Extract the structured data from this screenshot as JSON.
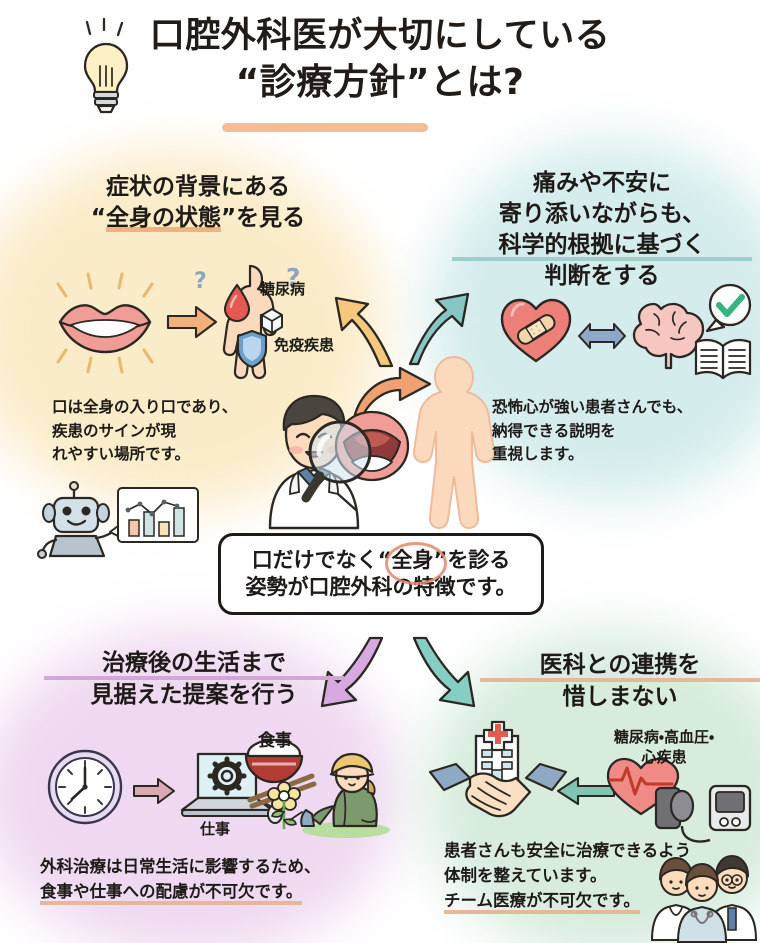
{
  "title": {
    "line1": "口腔外科医が大切にしている",
    "line2_q_open": "“",
    "line2_main": "診療方針",
    "line2_q_close": "”",
    "line2_tail": "とは?"
  },
  "quadrants": {
    "top_left": {
      "heading_line1": "症状の背景にある",
      "heading_line2_pre": "“",
      "heading_line2_main": "全身の状態",
      "heading_line2_post": "”を見る",
      "body_line1": "口は全身の入り口であり、",
      "body_line2": "疾患のサインが現",
      "body_line3": "れやすい場所です。",
      "icon_label_1": "糖尿病",
      "icon_label_2": "免疫疾患",
      "icons": [
        "lips-icon",
        "arrow-right-icon",
        "body-silhouette-icon",
        "question-mark-icon",
        "blood-drop-icon",
        "sugar-cube-icon",
        "shield-icon",
        "robot-icon",
        "bar-chart-icon"
      ]
    },
    "top_right": {
      "heading_line1": "痛みや不安に",
      "heading_line2": "寄り添いながらも、",
      "heading_line3": "科学的根拠に基づく",
      "heading_line4": "判断をする",
      "body_line1": "恐怖心が強い患者さんでも、",
      "body_line2": "納得できる説明を",
      "body_line3": "重視します。",
      "icons": [
        "heart-bandage-icon",
        "double-arrow-icon",
        "brain-icon",
        "check-bubble-icon",
        "open-book-icon"
      ]
    },
    "bottom_left": {
      "heading_line1": "治療後の生活まで",
      "heading_line2": "見据えた提案を行う",
      "body_line1": "外科治療は日常生活に影響するため、",
      "body_line2": "食事や仕事への配慮が不可欠です。",
      "icon_label_1": "食事",
      "icon_label_2": "仕事",
      "icons": [
        "clock-icon",
        "arrow-right-icon",
        "laptop-gear-icon",
        "rice-bowl-icon",
        "chopsticks-icon",
        "gardener-icon",
        "flower-icon"
      ]
    },
    "bottom_right": {
      "heading_line1": "医科との連携を",
      "heading_line2": "惜しまない",
      "body_line1": "患者さんも安全に治療できるよう",
      "body_line2": "体制を整えています。",
      "body_line3": "チーム医療が不可欠です。",
      "icon_label_1": "糖尿病・高血圧・",
      "icon_label_2": "心疾患",
      "icons": [
        "hospital-icon",
        "handshake-icon",
        "arrow-left-icon",
        "heart-pulse-icon",
        "blood-pressure-monitor-icon",
        "medical-team-icon"
      ]
    }
  },
  "center_box": {
    "line1_pre": "口だけでなく",
    "line1_q1": "“",
    "line1_emph": "全身",
    "line1_q2": "”",
    "line1_post": "を診る",
    "line2": "姿勢が口腔外科の特徴です。"
  },
  "center_illustration": {
    "icons": [
      "doctor-icon",
      "magnifier-icon",
      "open-mouth-icon",
      "curved-arrow-icon",
      "body-silhouette-icon"
    ]
  },
  "colors": {
    "amber": "#f2b66d",
    "teal": "#7cc4bd",
    "purple": "#cfa2d8",
    "green": "#8fcbb4",
    "orange_arrow": "#f0a172",
    "ink": "#2b2722",
    "blob_top_left": "#fbecc9",
    "blob_top_right": "#d4ecec",
    "blob_bottom_left": "#efd9f0",
    "blob_bottom_right": "#d7ecdd"
  }
}
